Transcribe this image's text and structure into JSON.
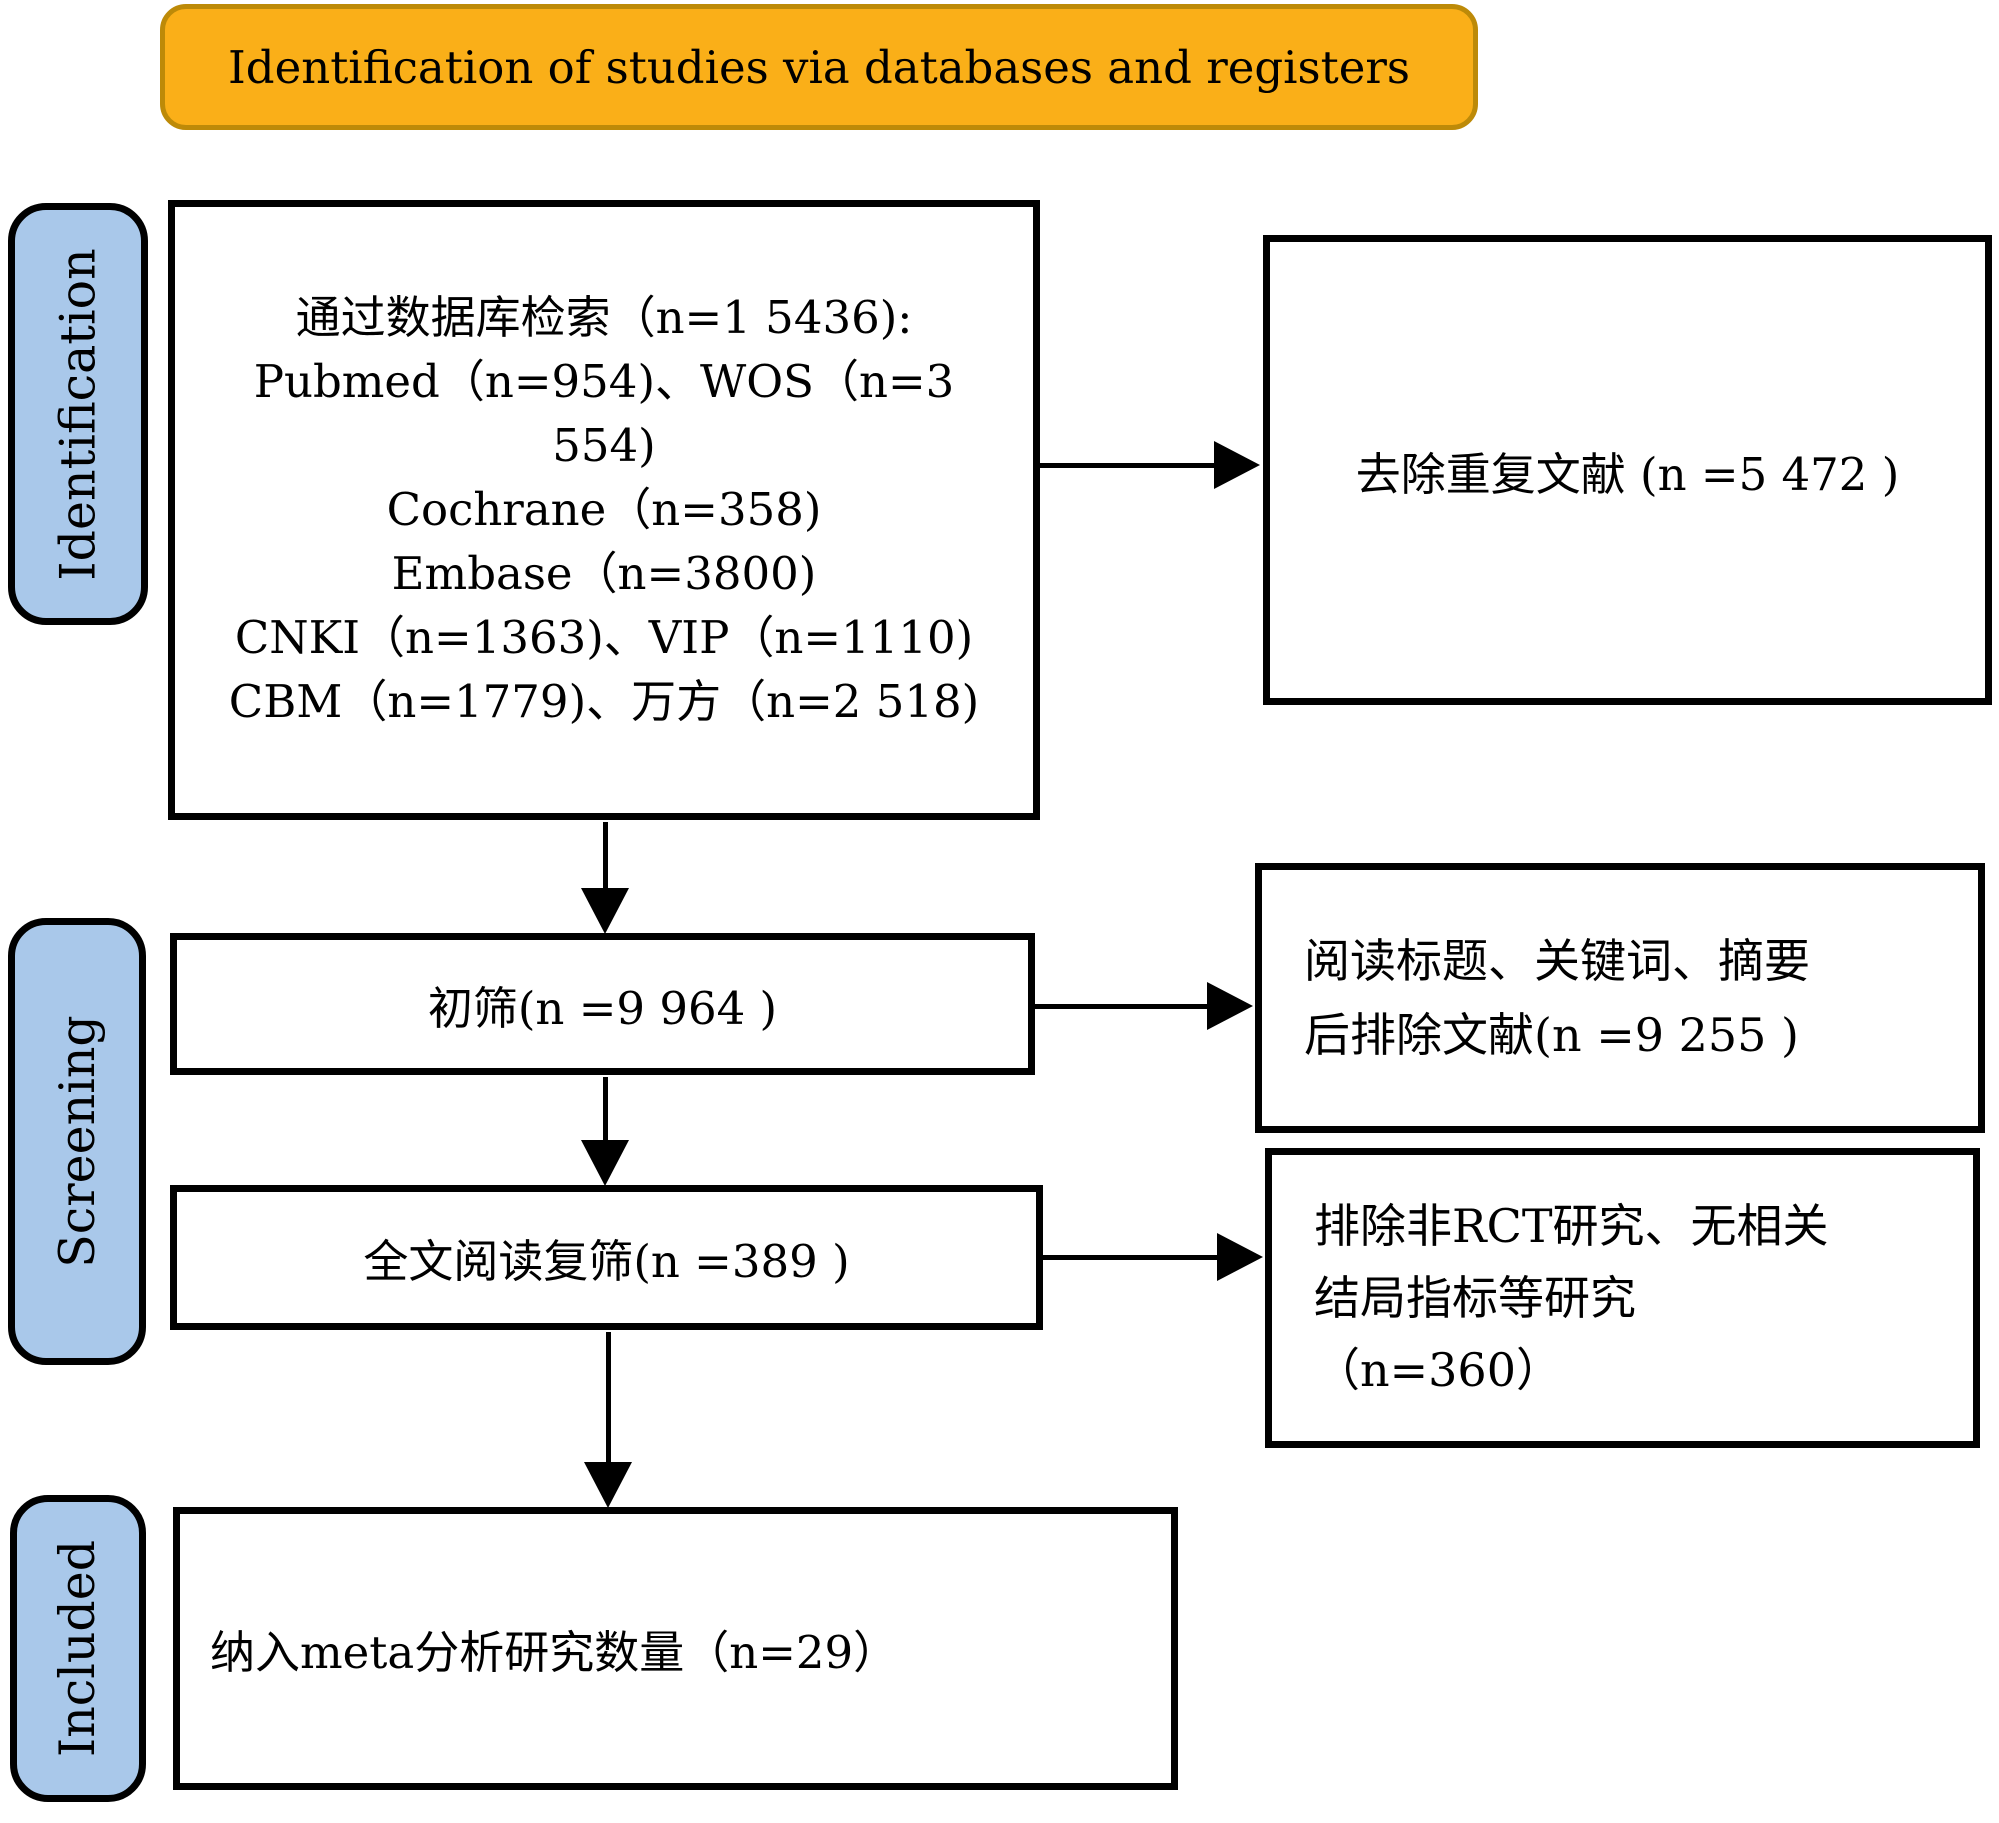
{
  "banner": {
    "title": "Identification of studies via databases and registers"
  },
  "stages": {
    "identification": "Identification",
    "screening": "Screening",
    "included": "Included"
  },
  "boxes": {
    "databases": {
      "lines": [
        "通过数据库检索（n=1 5436):",
        "Pubmed（n=954)、WOS（n=3",
        "554)",
        "Cochrane（n=358)",
        "Embase（n=3800)",
        "CNKI（n=1363)、VIP（n=1110)",
        "CBM（n=1779)、万方（n=2 518)"
      ]
    },
    "duplicates_removed": "去除重复文献 (n =5 472 )",
    "initial_screening": "初筛(n =9 964 )",
    "title_keyword_abstract_excluded": {
      "lines": [
        "阅读标题、关键词、摘要",
        "后排除文献(n =9 255 )"
      ]
    },
    "full_text_screening": "全文阅读复筛(n =389 )",
    "non_rct_excluded": {
      "lines": [
        "排除非RCT研究、无相关",
        "结局指标等研究",
        "（n=360）"
      ]
    },
    "included_meta": "纳入meta分析研究数量（n=29）"
  },
  "colors": {
    "banner_fill": "#FAAF18",
    "banner_border": "#BD8A08",
    "stage_fill": "#A9C8EA",
    "box_border": "#000000"
  }
}
